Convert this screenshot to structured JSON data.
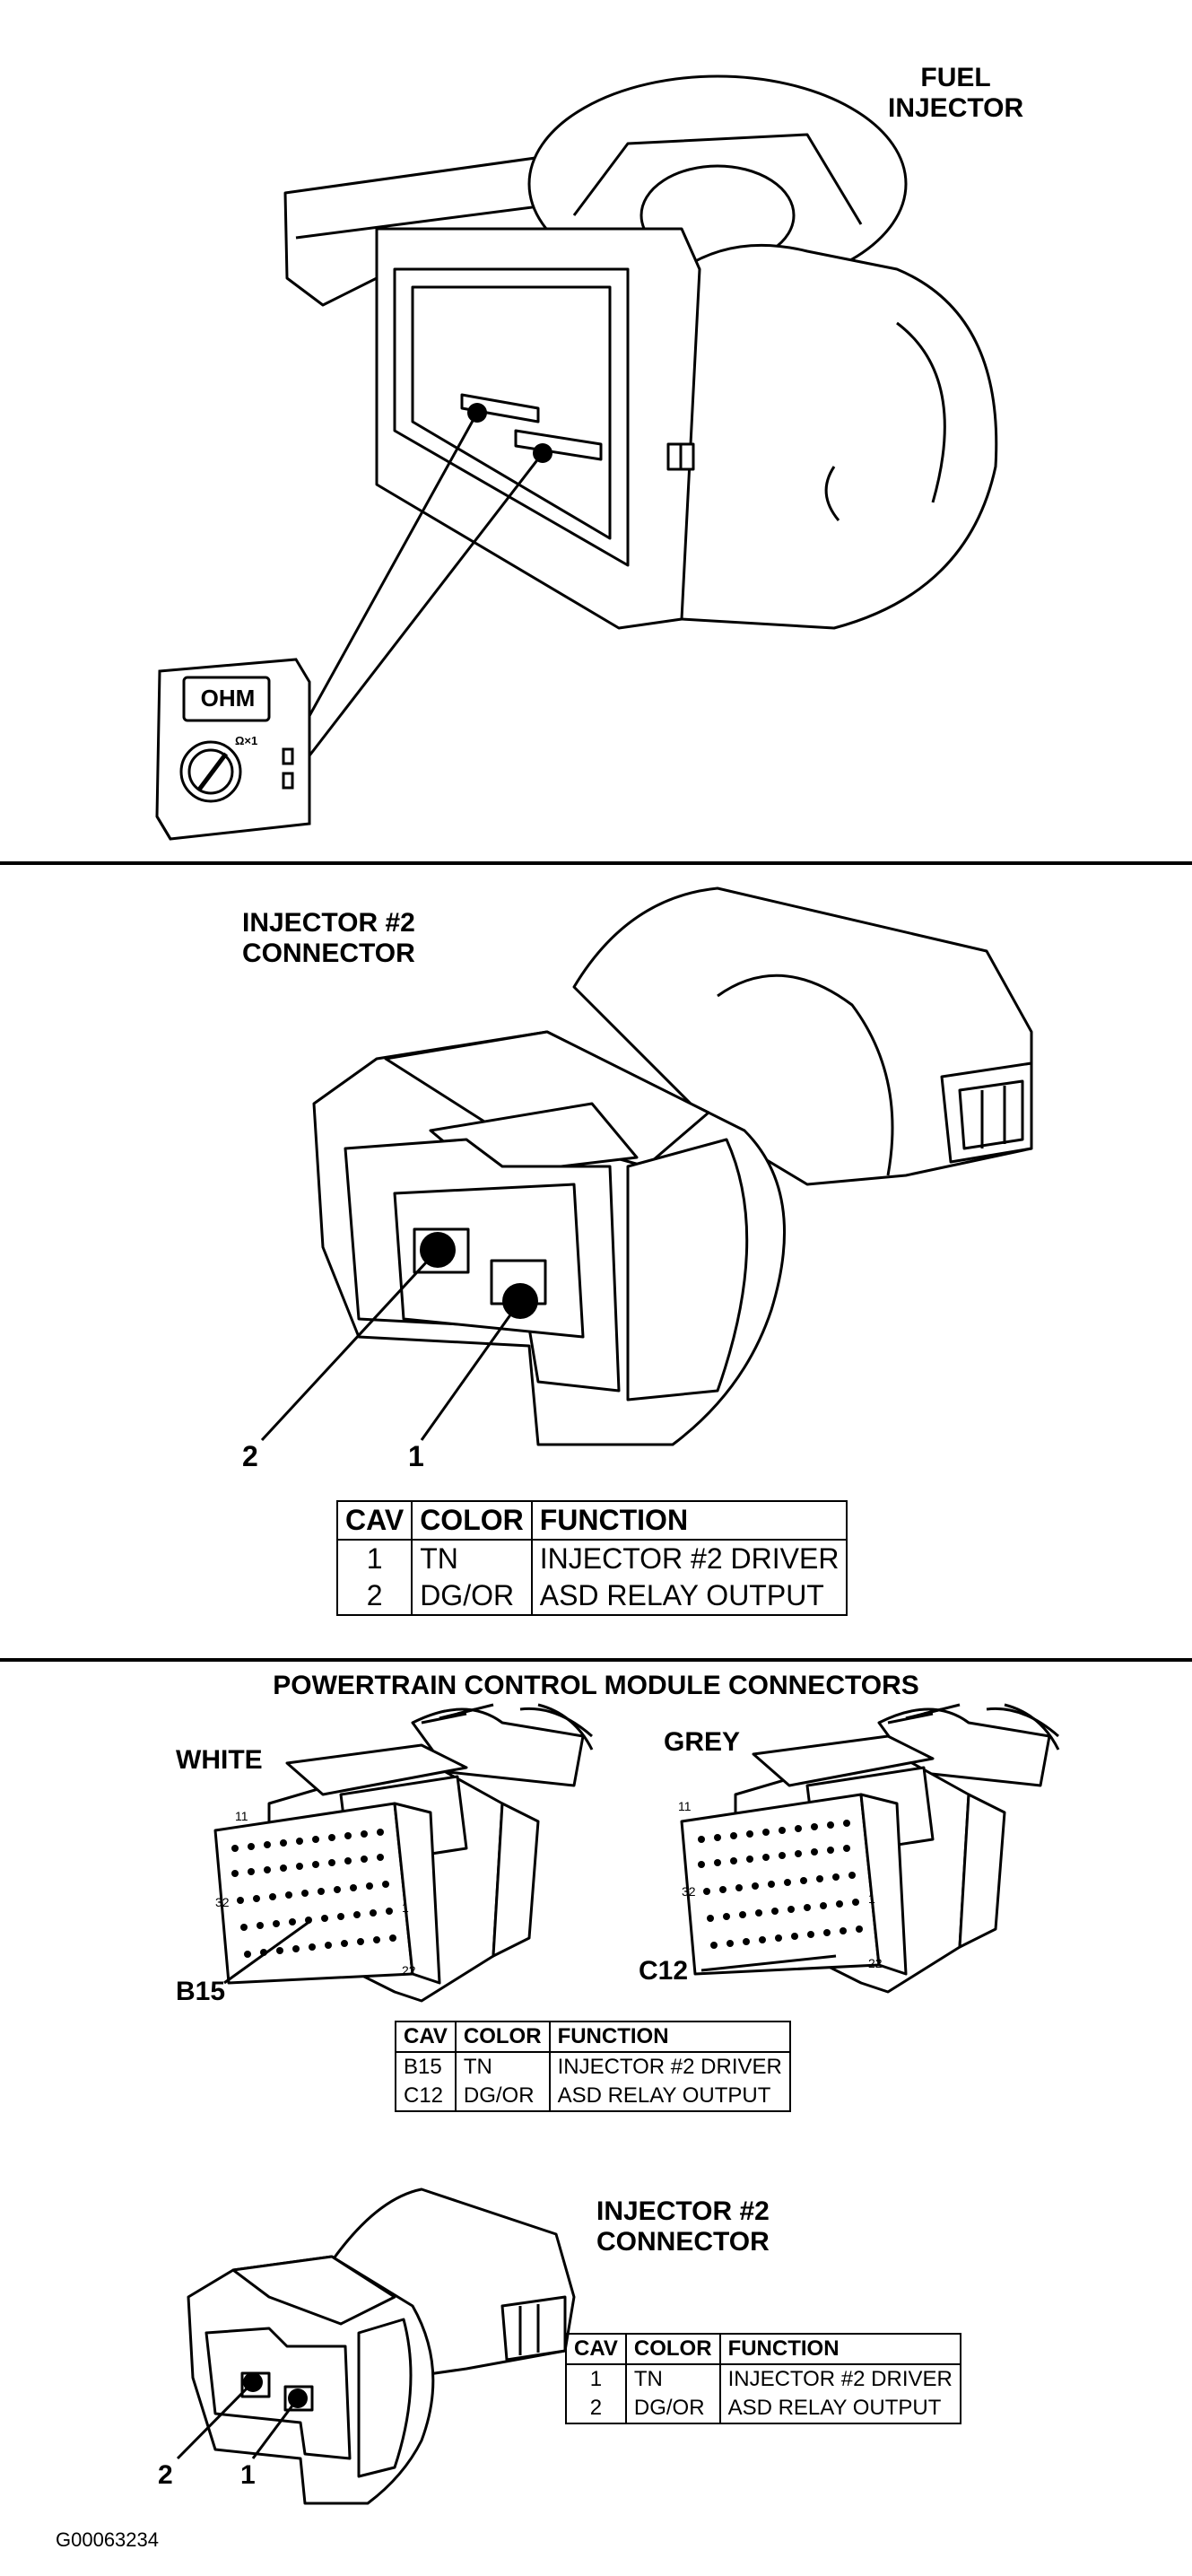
{
  "section1": {
    "title_line1": "FUEL",
    "title_line2": "INJECTOR",
    "meter": {
      "display": "OHM",
      "range": "Ω×1"
    }
  },
  "section2": {
    "title_line1": "INJECTOR #2",
    "title_line2": "CONNECTOR",
    "pin_labels": [
      "2",
      "1"
    ],
    "table": {
      "headers": [
        "CAV",
        "COLOR",
        "FUNCTION"
      ],
      "rows": [
        [
          "1",
          "TN",
          "INJECTOR #2 DRIVER"
        ],
        [
          "2",
          "DG/OR",
          "ASD RELAY OUTPUT"
        ]
      ]
    }
  },
  "section3": {
    "title": "POWERTRAIN CONTROL MODULE CONNECTORS",
    "white_label": "WHITE",
    "grey_label": "GREY",
    "white_pin": "B15",
    "grey_pin": "C12",
    "connector_numbers": {
      "n11": "11",
      "n32": "32",
      "n1": "1",
      "n22": "22"
    },
    "table": {
      "headers": [
        "CAV",
        "COLOR",
        "FUNCTION"
      ],
      "rows": [
        [
          "B15",
          "TN",
          "INJECTOR #2 DRIVER"
        ],
        [
          "C12",
          "DG/OR",
          "ASD RELAY OUTPUT"
        ]
      ]
    }
  },
  "section4": {
    "title_line1": "INJECTOR #2",
    "title_line2": "CONNECTOR",
    "pin_labels": [
      "2",
      "1"
    ],
    "table": {
      "headers": [
        "CAV",
        "COLOR",
        "FUNCTION"
      ],
      "rows": [
        [
          "1",
          "TN",
          "INJECTOR #2 DRIVER"
        ],
        [
          "2",
          "DG/OR",
          "ASD RELAY OUTPUT"
        ]
      ]
    }
  },
  "figure_id": "G00063234"
}
